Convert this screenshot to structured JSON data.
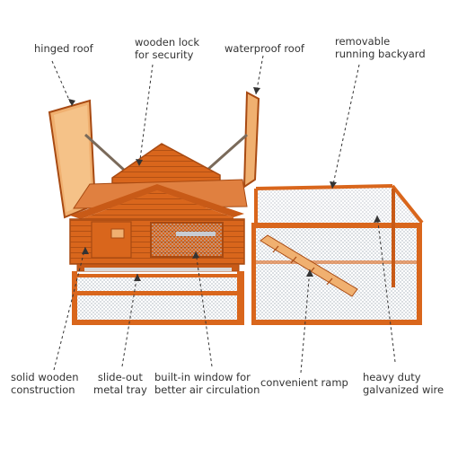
{
  "callouts": {
    "hinged_roof": "hinged roof",
    "wooden_lock_1": "wooden lock",
    "wooden_lock_2": "for security",
    "waterproof_roof": "waterproof roof",
    "removable_1": "removable",
    "removable_2": "running backyard",
    "solid_wooden_1": "solid wooden",
    "solid_wooden_2": "construction",
    "slide_out_1": "slide-out",
    "slide_out_2": "metal tray",
    "window_1": "built-in window for",
    "window_2": "better air circulation",
    "ramp": "convenient ramp",
    "wire_1": "heavy duty",
    "wire_2": "galvanized wire"
  },
  "colors": {
    "wood": "#d9661c",
    "wood_dark": "#a84a12",
    "wood_light": "#f0b070",
    "wire": "#9aa0a8",
    "leader": "#333333"
  }
}
